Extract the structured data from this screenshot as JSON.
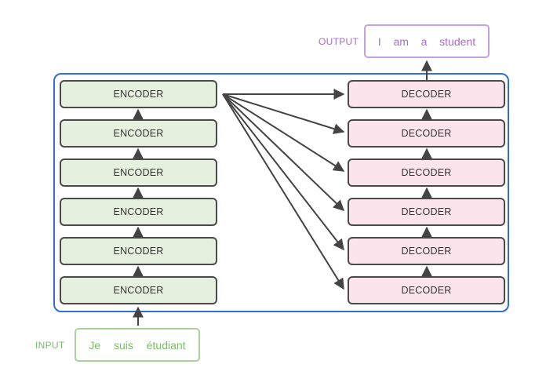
{
  "input": {
    "label": "INPUT",
    "tokens": [
      "Je",
      "suis",
      "étudiant"
    ]
  },
  "output": {
    "label": "OUTPUT",
    "tokens": [
      "I",
      "am",
      "a",
      "student"
    ]
  },
  "encoders": [
    "ENCODER",
    "ENCODER",
    "ENCODER",
    "ENCODER",
    "ENCODER",
    "ENCODER"
  ],
  "decoders": [
    "DECODER",
    "DECODER",
    "DECODER",
    "DECODER",
    "DECODER",
    "DECODER"
  ],
  "colors": {
    "frame": "#2f6fd1",
    "encoder_fill": "#e6f0df",
    "decoder_fill": "#fbe4ec",
    "input": "#7cbd65",
    "output": "#a86bd0",
    "arrow": "#444444"
  }
}
